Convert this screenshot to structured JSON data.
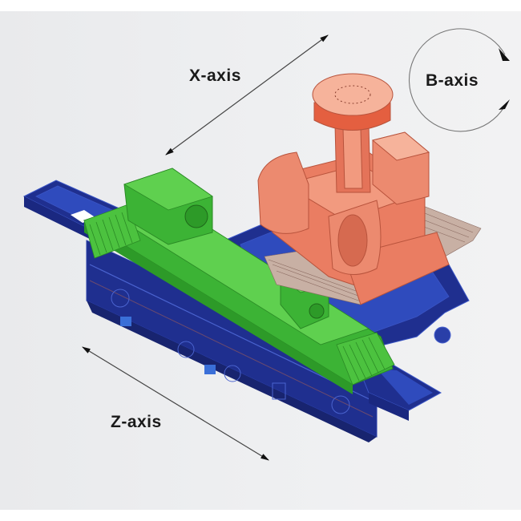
{
  "diagram": {
    "subject": "multi-axis CNC grinding machine",
    "labels": {
      "x_axis": "X-axis",
      "b_axis": "B-axis",
      "z_axis": "Z-axis"
    },
    "components": [
      {
        "name": "machine-bed",
        "color": "#1f2f8f"
      },
      {
        "name": "worktable",
        "color": "#3cb335"
      },
      {
        "name": "wheelhead",
        "color": "#ea7d62"
      }
    ],
    "colors": {
      "background": "#eeeff1",
      "bed_blue": "#1f2f8f",
      "bed_light_blue": "#2f4bbd",
      "table_green": "#3cb335",
      "table_light_green": "#5fd04f",
      "head_salmon": "#ea7d62",
      "head_light": "#f6b39b",
      "arrow": "#1a1a1a"
    }
  }
}
